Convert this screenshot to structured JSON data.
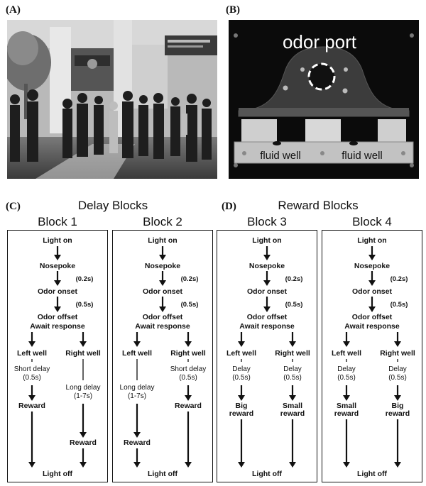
{
  "panels": {
    "a": {
      "letter": "(A)"
    },
    "b": {
      "letter": "(B)",
      "odor_port_label": "odor port",
      "fluid_well_label": "fluid well"
    },
    "c": {
      "letter": "(C)",
      "title": "Delay Blocks"
    },
    "d": {
      "letter": "(D)",
      "title": "Reward Blocks"
    }
  },
  "steps": {
    "light_on": "Light on",
    "nosepoke": "Nosepoke",
    "t_nose": "(0.2s)",
    "odor_onset": "Odor onset",
    "t_odor": "(0.5s)",
    "odor_offset": "Odor offset",
    "await": "Await response",
    "left_well": "Left well",
    "right_well": "Right well",
    "light_off": "Light off"
  },
  "blocks": [
    {
      "title": "Block 1",
      "left": {
        "delay_lines": [
          "Short delay",
          "(0.5s)"
        ],
        "reward_lines": [
          "Reward"
        ],
        "long": false
      },
      "right": {
        "delay_lines": [
          "Long delay",
          "(1-7s)"
        ],
        "reward_lines": [
          "Reward"
        ],
        "long": true
      }
    },
    {
      "title": "Block 2",
      "left": {
        "delay_lines": [
          "Long delay",
          "(1-7s)"
        ],
        "reward_lines": [
          "Reward"
        ],
        "long": true
      },
      "right": {
        "delay_lines": [
          "Short delay",
          "(0.5s)"
        ],
        "reward_lines": [
          "Reward"
        ],
        "long": false
      }
    },
    {
      "title": "Block 3",
      "left": {
        "delay_lines": [
          "Delay",
          "(0.5s)"
        ],
        "reward_lines": [
          "Big",
          "reward"
        ],
        "long": false
      },
      "right": {
        "delay_lines": [
          "Delay",
          "(0.5s)"
        ],
        "reward_lines": [
          "Small",
          "reward"
        ],
        "long": false
      }
    },
    {
      "title": "Block 4",
      "left": {
        "delay_lines": [
          "Delay",
          "(0.5s)"
        ],
        "reward_lines": [
          "Small",
          "reward"
        ],
        "long": false
      },
      "right": {
        "delay_lines": [
          "Delay",
          "(0.5s)"
        ],
        "reward_lines": [
          "Big",
          "reward"
        ],
        "long": false
      }
    }
  ]
}
